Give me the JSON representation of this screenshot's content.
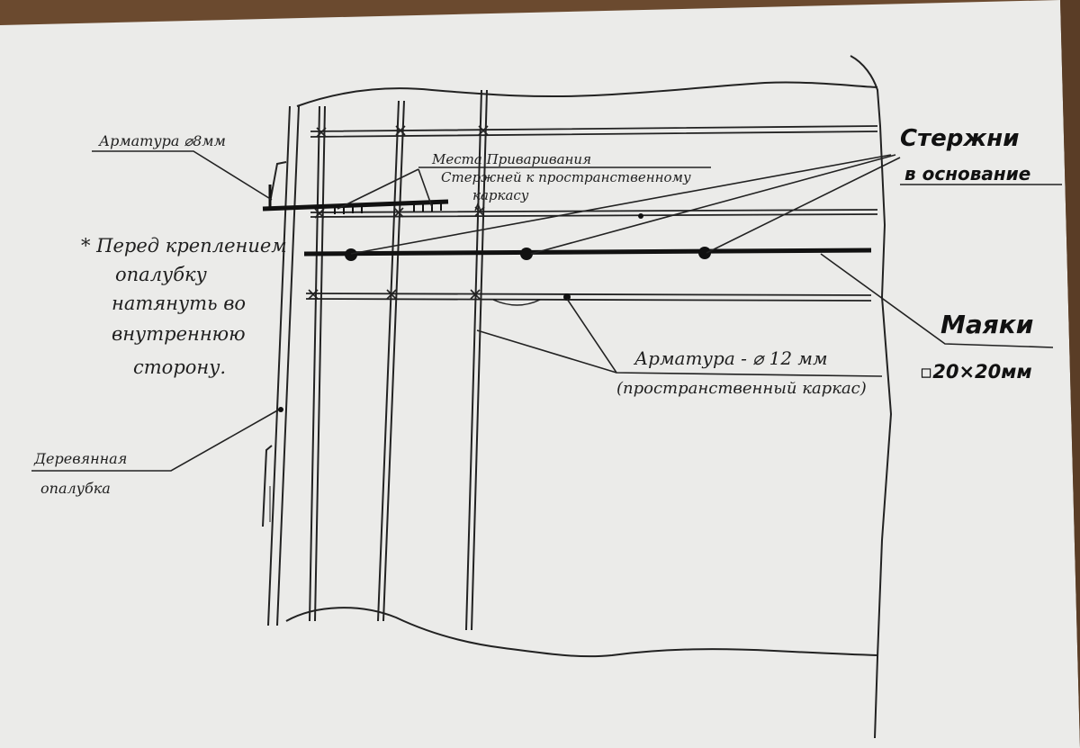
{
  "labels": {
    "rebar8": "Арматура ⌀8мм",
    "weld_line1": "Места Приваривания",
    "weld_line2": "Стержней к пространственному",
    "weld_line3": "каркасу",
    "rods_line1": "Стержни",
    "rods_line2": "в основание",
    "note_line1": "* Перед креплением",
    "note_line2": "опалубку",
    "note_line3": "натянуть во",
    "note_line4": "внутреннюю",
    "note_line5": "сторону.",
    "beacons": "Маяки",
    "beacons_size": "▫20×20мм",
    "rebar12_line1": "Арматура - ⌀ 12 мм",
    "rebar12_line2": "(пространственный каркас)",
    "formwork_line1": "Деревянная",
    "formwork_line2": "опалубка"
  },
  "colors": {
    "paper": "#ececea",
    "ink": "#1f1f1f",
    "table": "#6b4a2f"
  }
}
